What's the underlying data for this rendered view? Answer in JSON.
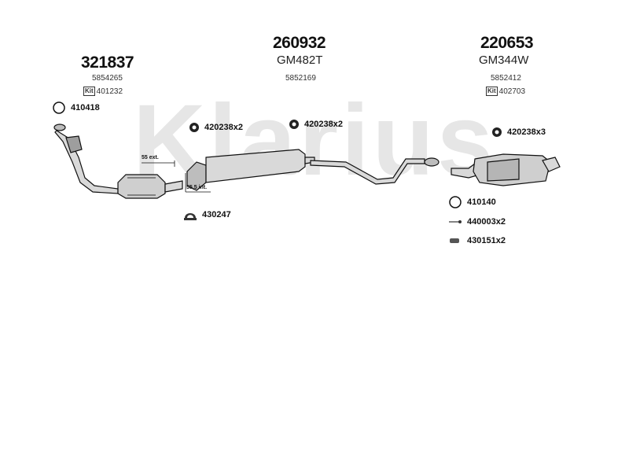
{
  "watermark": "Klarius",
  "colors": {
    "watermark": "#e6e6e6",
    "ink": "#111111",
    "part_fill": "#d9d9d9"
  },
  "sections": [
    {
      "part_number": "321837",
      "oem": "",
      "ref": "5854265",
      "kit_label": "Kit",
      "kit": "401232"
    },
    {
      "part_number": "260932",
      "oem": "GM482T",
      "ref": "5852169",
      "kit_label": "",
      "kit": ""
    },
    {
      "part_number": "220653",
      "oem": "GM344W",
      "ref": "5852412",
      "kit_label": "Kit",
      "kit": "402703"
    }
  ],
  "accessories": [
    {
      "code": "410418",
      "icon": "ring-icon"
    },
    {
      "code": "420238x2",
      "icon": "clamp-icon"
    },
    {
      "code": "420238x2",
      "icon": "clamp-icon"
    },
    {
      "code": "420238x3",
      "icon": "clamp-icon"
    },
    {
      "code": "430247",
      "icon": "bracket-icon"
    },
    {
      "code": "410140",
      "icon": "ring-icon"
    },
    {
      "code": "440003x2",
      "icon": "bolt-icon"
    },
    {
      "code": "430151x2",
      "icon": "rubber-mount-icon"
    }
  ],
  "dimensions": {
    "ext": "55 ext.",
    "int": "55,5 int."
  }
}
